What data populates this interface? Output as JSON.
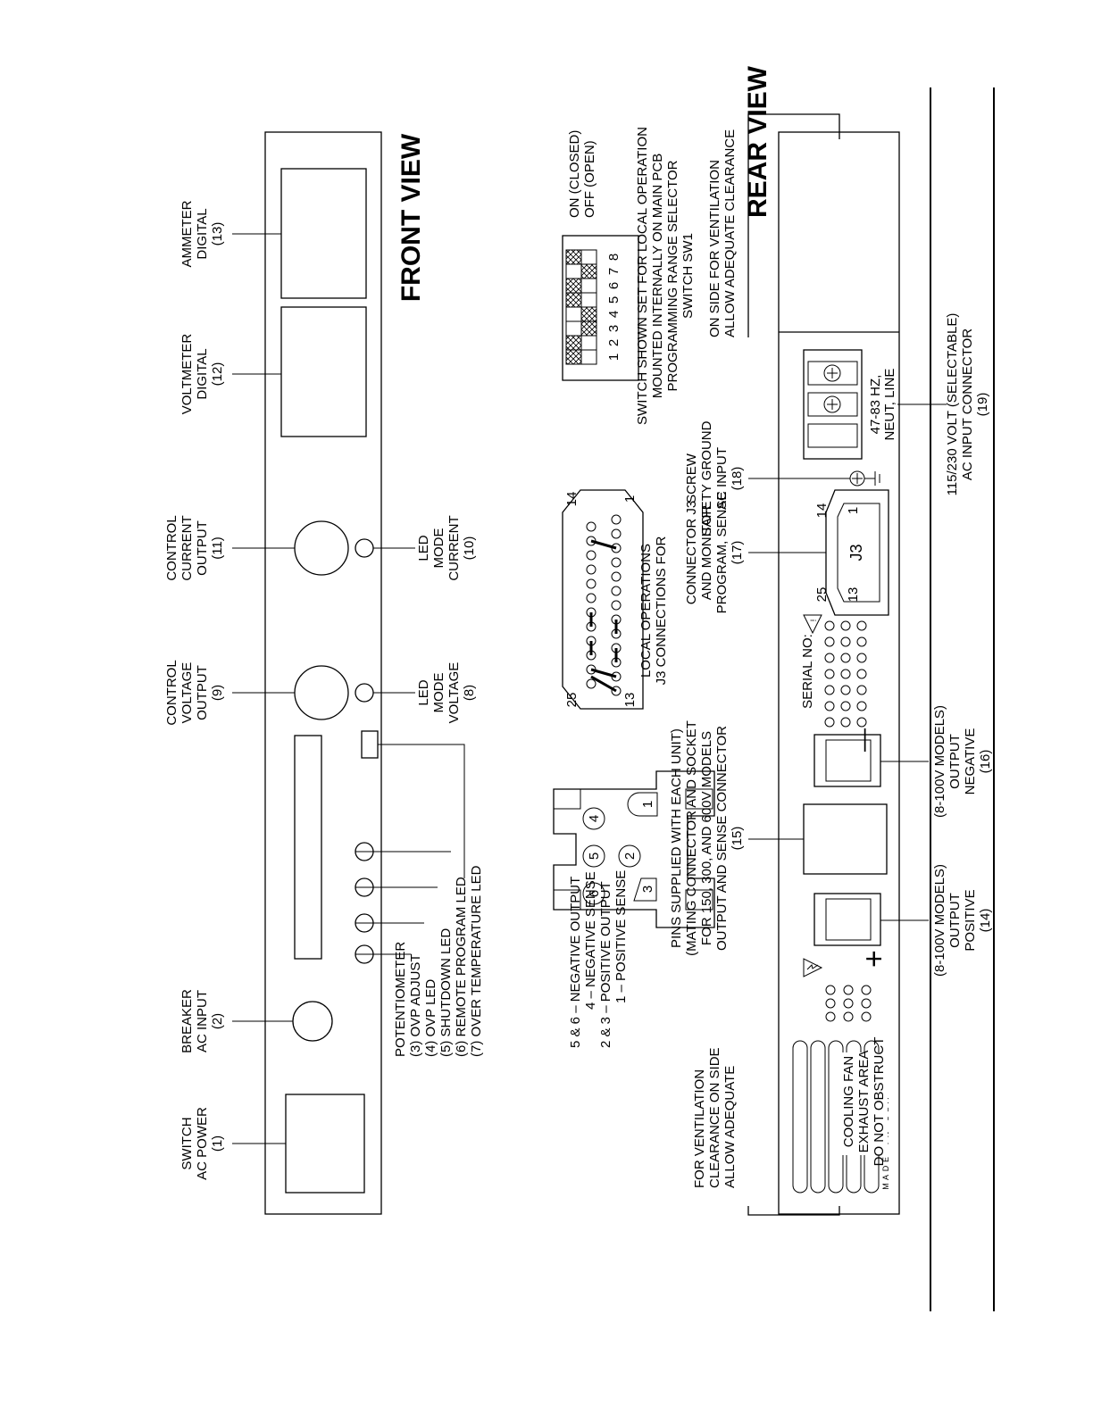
{
  "rear_view": {
    "title": "REAR VIEW",
    "made_in_usa": [
      "M",
      "A",
      "D",
      "E",
      "I",
      "N",
      "U",
      "S",
      "A"
    ],
    "fan_label": [
      "COOLING FAN",
      "EXHAUST AREA",
      "DO NOT OBSTRUCT"
    ],
    "serial_no": "SERIAL NO:",
    "plus": "+",
    "minus": "—",
    "j3": "J3",
    "j3_pins": {
      "p1": "1",
      "p13": "13",
      "p14": "14",
      "p25": "25"
    },
    "ac_terminal": [
      "47-83 HZ,",
      "NEUT, LINE"
    ],
    "clearance_left": [
      "ALLOW ADEQUATE",
      "CLEARANCE ON SIDE",
      "FOR VENTILATION"
    ],
    "clearance_right": [
      "ALLOW ADEQUATE CLEARANCE",
      "ON SIDE FOR VENTILATION"
    ],
    "callout_14": [
      "(14)",
      "POSITIVE",
      "OUTPUT",
      "(8-100V MODELS)"
    ],
    "callout_15": [
      "(15)",
      "OUTPUT AND SENSE CONNECTOR",
      "FOR 150, 300, AND 600V MODELS",
      "(MATING CONNECTOR AND SOCKET",
      "PINS SUPPLIED WITH EACH UNIT)"
    ],
    "callout_16": [
      "(16)",
      "NEGATIVE",
      "OUTPUT",
      "(8-100V MODELS)"
    ],
    "callout_17": [
      "(17)",
      "PROGRAM, SENSE",
      "AND MONITOR",
      "CONNECTOR J3"
    ],
    "callout_18": [
      "(18)",
      "AC INPUT",
      "SAFETY GROUND",
      "SCREW"
    ],
    "callout_19": [
      "(19)",
      "AC INPUT CONNECTOR",
      "115/230 VOLT (SELECTABLE)"
    ]
  },
  "connector_15": {
    "pins": [
      "1",
      "2",
      "3",
      "4",
      "5",
      "6"
    ],
    "legend": [
      "1 – POSITIVE SENSE",
      "2 & 3 – POSITIVE OUTPUT",
      "4 – NEGATIVE SENSE",
      "5 & 6 – NEGATIVE OUTPUT"
    ]
  },
  "j3_local": {
    "title": [
      "J3 CONNECTIONS FOR",
      "LOCAL OPERATIONS"
    ],
    "pin_13": "13",
    "pin_25": "25",
    "pin_1": "1",
    "pin_14": "14"
  },
  "switch_sw1": {
    "title": [
      "SWITCH SW1",
      "PROGRAMMING RANGE SELECTOR",
      "MOUNTED INTERNALLY ON MAIN PCB",
      "SWITCH SHOWN SET FOR LOCAL OPERATION"
    ],
    "positions": [
      "1",
      "2",
      "3",
      "4",
      "5",
      "6",
      "7",
      "8"
    ],
    "off_label": "OFF (OPEN)",
    "on_label": "ON (CLOSED)",
    "settings": [
      "ON",
      "ON",
      "OFF",
      "OFF",
      "ON",
      "ON",
      "OFF",
      "ON"
    ]
  },
  "front_view": {
    "title": "FRONT VIEW",
    "callout_1": [
      "(1)",
      "AC POWER",
      "SWITCH"
    ],
    "callout_2": [
      "(2)",
      "AC INPUT",
      "BREAKER"
    ],
    "callout_3": "(3) OVP ADJUST",
    "callout_3b": "POTENTIOMETER",
    "callout_4": "(4) OVP LED",
    "callout_5": "(5) SHUTDOWN LED",
    "callout_6": "(6) REMOTE PROGRAM LED",
    "callout_7": "(7) OVER TEMPERATURE LED",
    "callout_8": [
      "(8)",
      "VOLTAGE",
      "MODE",
      "LED"
    ],
    "callout_9": [
      "(9)",
      "OUTPUT",
      "VOLTAGE",
      "CONTROL"
    ],
    "callout_10": [
      "(10)",
      "CURRENT",
      "MODE",
      "LED"
    ],
    "callout_11": [
      "(11)",
      "OUTPUT",
      "CURRENT",
      "CONTROL"
    ],
    "callout_12": [
      "(12)",
      "DIGITAL",
      "VOLTMETER"
    ],
    "callout_13": [
      "(13)",
      "DIGITAL",
      "AMMETER"
    ]
  }
}
